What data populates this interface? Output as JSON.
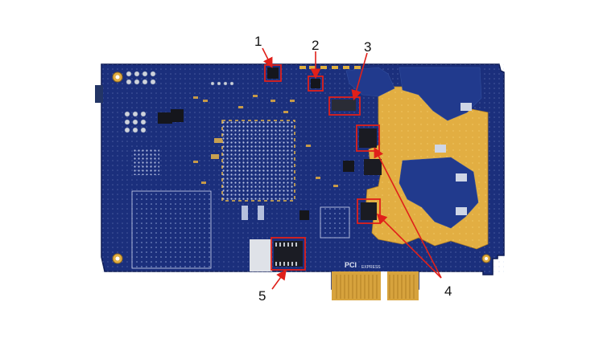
{
  "colors": {
    "pcb_blue": "#1a2f7a",
    "pcb_blue_dark": "#0f1f5c",
    "copper": "#e8a845",
    "gold": "#e0b040",
    "trace_light": "#8fa5d8",
    "highlight_box": "#e0201a",
    "arrow": "#e0201a"
  },
  "callouts": [
    {
      "label": "1"
    },
    {
      "label": "2"
    },
    {
      "label": "3"
    },
    {
      "label": "4"
    },
    {
      "label": "5"
    }
  ],
  "silkscreen": {
    "interface": "PCI",
    "interface_sub": "EXPRESS"
  },
  "icons": {
    "board": "pcb-board-icon",
    "chip": "chip-icon",
    "arrow": "arrow-icon"
  }
}
